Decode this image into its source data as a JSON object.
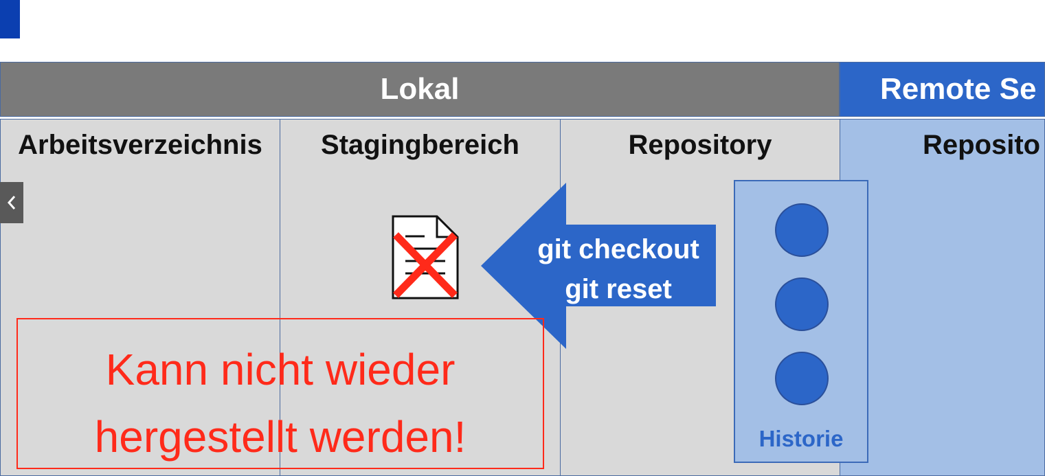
{
  "headers": {
    "local": "Lokal",
    "remote": "Remote Se"
  },
  "columns": {
    "working_dir": "Arbeitsverzeichnis",
    "staging": "Stagingbereich",
    "repository": "Repository",
    "remote_repository": "Reposito"
  },
  "arrow": {
    "line1": "git checkout",
    "line2": "git reset"
  },
  "history": {
    "label": "Historie",
    "commit_count": 3
  },
  "warning": {
    "line1": "Kann nicht wieder",
    "line2": "hergestellt werden!"
  },
  "nav": {
    "prev_icon": "chevron-left-icon"
  },
  "colors": {
    "local_header": "#7a7a7a",
    "remote_header": "#2c66c8",
    "column_bg": "#d9d9d9",
    "remote_bg": "#a3bfe6",
    "arrow": "#2c66c8",
    "warning": "#ff2a1a"
  }
}
